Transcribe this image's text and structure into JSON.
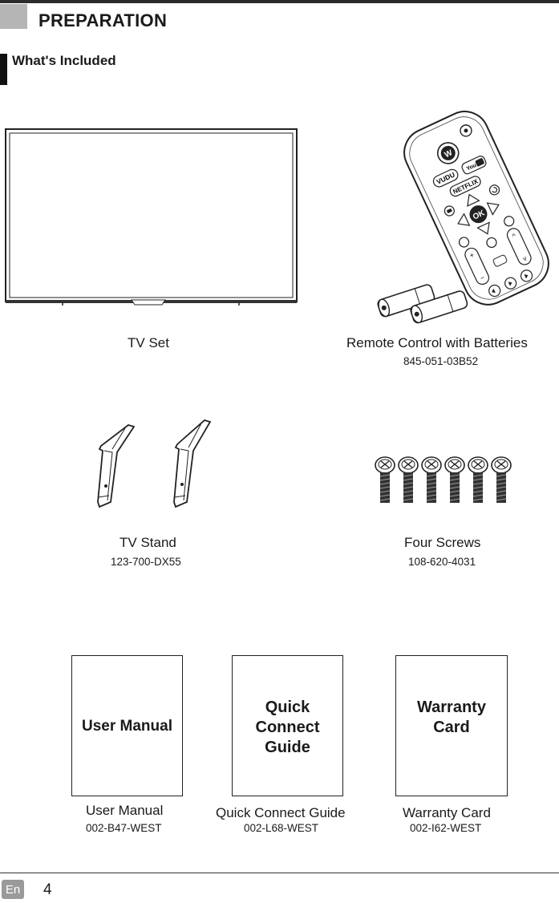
{
  "header": {
    "title": "PREPARATION",
    "subtitle": "What's Included"
  },
  "items": {
    "tv_set": {
      "label": "TV Set"
    },
    "remote": {
      "label": "Remote Control with Batteries",
      "part_no": "845-051-03B52",
      "buttons": {
        "vudu": "VUDU",
        "youtube": "You",
        "netflix": "NETFLIX",
        "ok": "OK"
      }
    },
    "stand": {
      "label": "TV Stand",
      "part_no": "123-700-DX55"
    },
    "screws": {
      "label": "Four Screws",
      "part_no": "108-620-4031"
    },
    "user_manual": {
      "label": "User Manual",
      "part_no": "002-B47-WEST",
      "cover": "User Manual"
    },
    "quick_guide": {
      "label": "Quick Connect Guide",
      "part_no": "002-L68-WEST",
      "cover": "Quick\nConnect\nGuide"
    },
    "warranty": {
      "label": "Warranty Card",
      "part_no": "002-I62-WEST",
      "cover": "Warranty\nCard"
    }
  },
  "footer": {
    "language": "En",
    "page_number": "4"
  }
}
